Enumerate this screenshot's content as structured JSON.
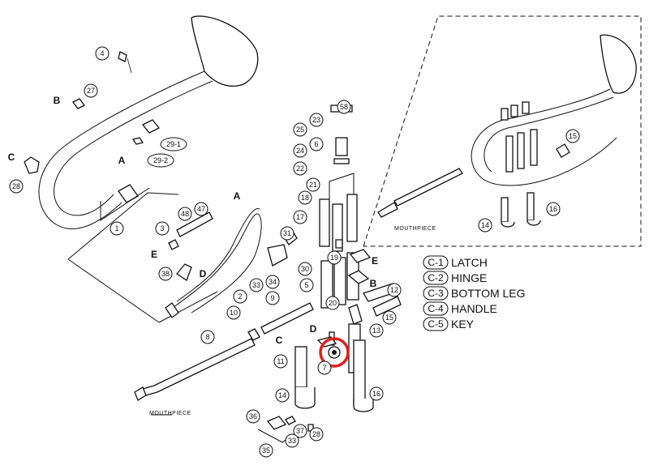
{
  "callouts": [
    "1",
    "2",
    "3",
    "4",
    "5",
    "6",
    "7",
    "8",
    "9",
    "10",
    "11",
    "12",
    "13",
    "14",
    "15",
    "16",
    "17",
    "18",
    "19",
    "20",
    "21",
    "22",
    "23",
    "24",
    "25",
    "27",
    "28",
    "29-1",
    "29-2",
    "30",
    "31",
    "33",
    "34",
    "35",
    "36",
    "37",
    "38",
    "47",
    "48",
    "58",
    "14",
    "15",
    "16",
    "28",
    "33"
  ],
  "letters": [
    "A",
    "B",
    "C",
    "D",
    "E",
    "A",
    "B",
    "C",
    "D",
    "E"
  ],
  "labels": {
    "mouthpiece_main": "MOUTHPIECE",
    "mouthpiece_inset": "MOUTHPIECE"
  },
  "legend": [
    {
      "code": "C-1",
      "name": "LATCH"
    },
    {
      "code": "C-2",
      "name": "HINGE"
    },
    {
      "code": "C-3",
      "name": "BOTTOM LEG"
    },
    {
      "code": "C-4",
      "name": "HANDLE"
    },
    {
      "code": "C-5",
      "name": "KEY"
    }
  ],
  "colors": {
    "highlight": "#e0201c",
    "line": "#111111"
  }
}
